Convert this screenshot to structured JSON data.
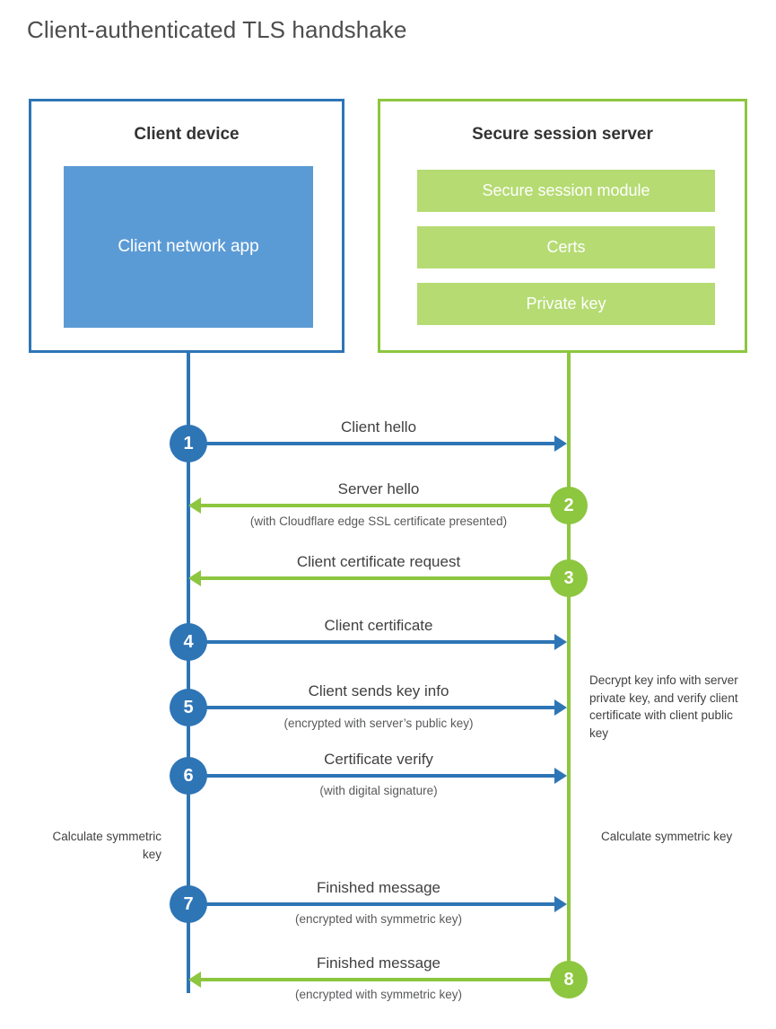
{
  "title": "Client-authenticated TLS handshake",
  "colors": {
    "blue_line": "#2E75B6",
    "blue_fill": "#5B9BD5",
    "green_line": "#8DC63F",
    "green_fill": "#B5DB72",
    "text": "#414042",
    "title_text": "#4d4d4f"
  },
  "client_panel": {
    "title": "Client device",
    "app_label": "Client network app"
  },
  "server_panel": {
    "title": "Secure session server",
    "bars": [
      {
        "label": "Secure session module"
      },
      {
        "label": "Certs"
      },
      {
        "label": "Private key"
      }
    ]
  },
  "steps": [
    {
      "number": "1",
      "label": "Client hello",
      "sub": "",
      "direction": "right",
      "actor": "client"
    },
    {
      "number": "2",
      "label": "Server hello",
      "sub": "(with Cloudflare edge SSL certificate presented)",
      "direction": "left",
      "actor": "server"
    },
    {
      "number": "3",
      "label": "Client certificate request",
      "sub": "",
      "direction": "left",
      "actor": "server"
    },
    {
      "number": "4",
      "label": "Client certificate",
      "sub": "",
      "direction": "right",
      "actor": "client"
    },
    {
      "number": "5",
      "label": "Client sends key info",
      "sub": "(encrypted with server’s public key)",
      "direction": "right",
      "actor": "client"
    },
    {
      "number": "6",
      "label": "Certificate verify",
      "sub": "(with digital signature)",
      "direction": "right",
      "actor": "client"
    },
    {
      "number": "7",
      "label": "Finished message",
      "sub": "(encrypted with symmetric key)",
      "direction": "right",
      "actor": "client"
    },
    {
      "number": "8",
      "label": "Finished message",
      "sub": "(encrypted with symmetric key)",
      "direction": "left",
      "actor": "server"
    }
  ],
  "notes": {
    "decrypt": "Decrypt key info with server private key, and verify client certificate with client public key",
    "calculate_symmetric_key_client": "Calculate symmetric key",
    "calculate_symmetric_key_server": "Calculate symmetric key"
  }
}
